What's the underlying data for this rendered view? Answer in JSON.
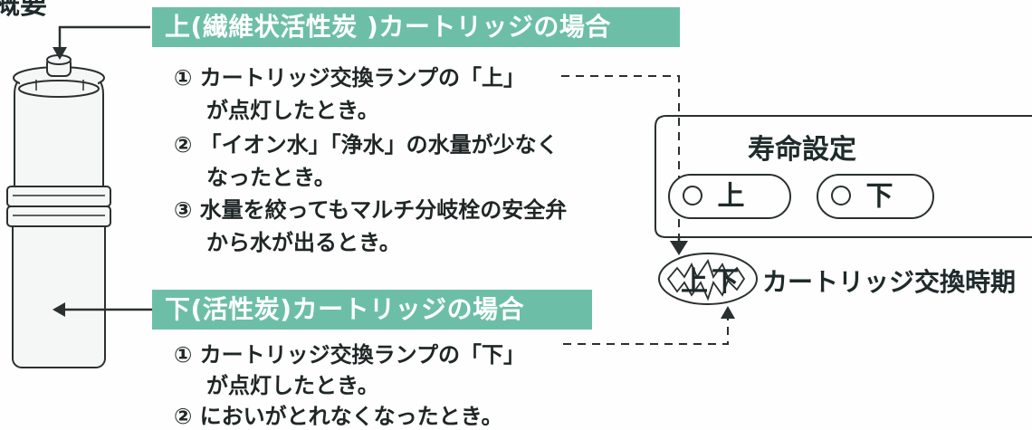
{
  "corner_fragment": "概要",
  "upper": {
    "heading": "上(繊維状活性炭 )カートリッジの場合",
    "items": [
      "① カートリッジ交換ランプの「上」",
      "が点灯したとき。",
      "② 「イオン水」「浄水」の水量が少なく",
      "なったとき。",
      "③ 水量を絞ってもマルチ分岐栓の安全弁",
      "から水が出るとき。"
    ]
  },
  "lower": {
    "heading": "下(活性炭)カートリッジの場合",
    "items": [
      "① カートリッジ交換ランプの「下」",
      "が点灯したとき。",
      "② においがとれなくなったとき。"
    ]
  },
  "panel": {
    "title": "寿命設定",
    "button_upper": "上",
    "button_lower": "下",
    "lamp_upper": "上",
    "lamp_lower": "下",
    "lamp_label": "カートリッジ交換時期"
  },
  "colors": {
    "heading_bg": "#6cbfa6",
    "heading_text": "#ffffff",
    "line": "#2a3030",
    "cartridge_fill": "#f5f7f6"
  }
}
